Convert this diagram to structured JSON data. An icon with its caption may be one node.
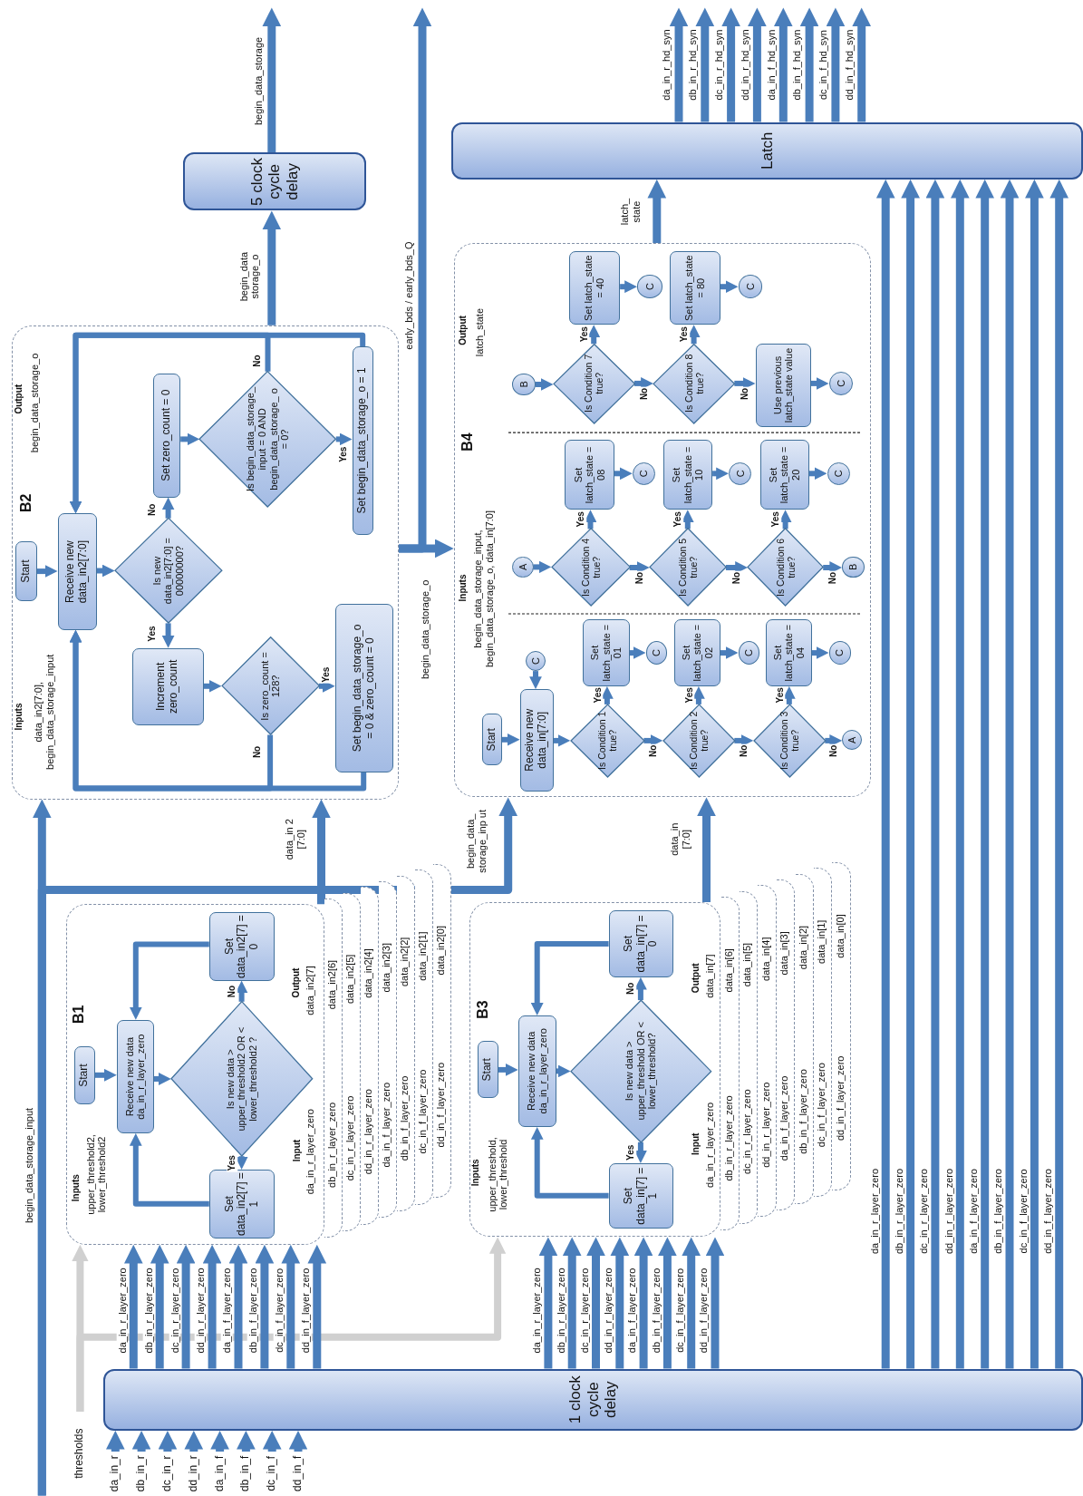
{
  "diagram": {
    "nodes": [
      {
        "text": [
          "1 clock cycle delay"
        ]
      },
      {
        "text": [
          "da_in_r"
        ]
      },
      {
        "text": [
          "db_in_r"
        ]
      },
      {
        "text": [
          "dc_in_r"
        ]
      },
      {
        "text": [
          "dd_in_r"
        ]
      },
      {
        "text": [
          "da_in_f"
        ]
      },
      {
        "text": [
          "db_in_f"
        ]
      },
      {
        "text": [
          "dc_in_f"
        ]
      },
      {
        "text": [
          "dd_in_f"
        ]
      },
      {
        "text": [
          "thresholds"
        ]
      },
      {
        "text": [
          "B1",
          "Inputs",
          "upper_threshold2, lower_threshold2",
          "Input",
          "da_in_r_layer_zero",
          "Output",
          "data_in2[7]"
        ]
      },
      {
        "text": [
          "Start"
        ],
        "in": 10
      },
      {
        "text": [
          "Receive new data da_in_r_layer_zero"
        ],
        "in": 10
      },
      {
        "text": [
          "Is new data > upper_threshold2 OR < lower_threshold2 ?"
        ],
        "in": 10
      },
      {
        "text": [
          "Set data_in2[7] = 1"
        ],
        "in": 10
      },
      {
        "text": [
          "Set data_in2[7] = 0"
        ],
        "in": 10
      },
      {
        "text": [
          "db_in_r_layer_zero",
          "data_in2[6]"
        ]
      },
      {
        "text": [
          "dc_in_r_layer_zero",
          "data_in2[5]"
        ]
      },
      {
        "text": [
          "dd_in_r_layer_zero",
          "data_in2[4]"
        ]
      },
      {
        "text": [
          "da_in_f_layer_zero",
          "data_in2[3]"
        ]
      },
      {
        "text": [
          "db_in_f_layer_zero",
          "data_in2[2]"
        ]
      },
      {
        "text": [
          "dc_in_f_layer_zero",
          "data_in2[1]"
        ]
      },
      {
        "text": [
          "dd_in_f_layer_zero",
          "data_in2[0]"
        ]
      },
      {
        "text": [
          "B3",
          "Inputs",
          "upper_threshold, lower_threshold",
          "Input",
          "da_in_r_layer_zero",
          "Output",
          "data_in[7]"
        ]
      },
      {
        "text": [
          "Start"
        ],
        "in": 23
      },
      {
        "text": [
          "Receive new data da_in_r_layer_zero"
        ],
        "in": 23
      },
      {
        "text": [
          "Is new data > upper_threshold OR < lower_threshold?"
        ],
        "in": 23
      },
      {
        "text": [
          "Set data_in[7] = 1"
        ],
        "in": 23
      },
      {
        "text": [
          "Set data_in[7] = 0"
        ],
        "in": 23
      },
      {
        "text": [
          "db_in_r_layer_zero",
          "data_in[6]"
        ]
      },
      {
        "text": [
          "dc_in_r_layer_zero",
          "data_in[5]"
        ]
      },
      {
        "text": [
          "dd_in_r_layer_zero",
          "data_in[4]"
        ]
      },
      {
        "text": [
          "da_in_f_layer_zero",
          "data_in[3]"
        ]
      },
      {
        "text": [
          "db_in_f_layer_zero",
          "data_in[2]"
        ]
      },
      {
        "text": [
          "dc_in_f_layer_zero",
          "data_in[1]"
        ]
      },
      {
        "text": [
          "dd_in_f_layer_zero",
          "data_in[0]"
        ]
      },
      {
        "text": [
          "B2",
          "Inputs",
          "data_in2[7:0], begin_data_storage_input",
          "Output",
          "begin_data_storage_o"
        ]
      },
      {
        "text": [
          "Start"
        ],
        "in": 36
      },
      {
        "text": [
          "Receive new data_in2[7:0]"
        ],
        "in": 36
      },
      {
        "text": [
          "Is new data_in2[7:0] = 00000000?"
        ],
        "in": 36
      },
      {
        "text": [
          "Increment zero_count"
        ],
        "in": 36
      },
      {
        "text": [
          "Is zero_count = 128?"
        ],
        "in": 36
      },
      {
        "text": [
          "Set begin_data_storage_o = 0 & zero_count = 0"
        ],
        "in": 36
      },
      {
        "text": [
          "Set zero_count = 0"
        ],
        "in": 36
      },
      {
        "text": [
          "Is begin_data_storage_ input = 0 AND begin_data_storage_ o = 0?"
        ],
        "in": 36
      },
      {
        "text": [
          "Set begin_data_storage_o = 1"
        ],
        "in": 36
      },
      {
        "text": [
          "5 clock cycle delay"
        ]
      },
      {
        "text": [
          "B4",
          "Inputs",
          "begin_data_storage_input, begin_data_storage_o, data_in[7:0]",
          "Output",
          "latch_state"
        ]
      },
      {
        "text": [
          "Start"
        ],
        "in": 47
      },
      {
        "text": [
          "Receive new data_in[7:0]"
        ],
        "in": 47
      },
      {
        "text": [
          "C"
        ],
        "in": 47
      },
      {
        "text": [
          "Is Condition 1 true?"
        ],
        "in": 47
      },
      {
        "text": [
          "Set latch_state = 01"
        ],
        "in": 47
      },
      {
        "text": [
          "C"
        ],
        "in": 47
      },
      {
        "text": [
          "Is Condition 2 true?"
        ],
        "in": 47
      },
      {
        "text": [
          "Set latch_state = 02"
        ],
        "in": 47
      },
      {
        "text": [
          "C"
        ],
        "in": 47
      },
      {
        "text": [
          "Is Condition 3 true?"
        ],
        "in": 47
      },
      {
        "text": [
          "Set latch_state = 04"
        ],
        "in": 47
      },
      {
        "text": [
          "C"
        ],
        "in": 47
      },
      {
        "text": [
          "A"
        ],
        "in": 47
      },
      {
        "text": [
          "A"
        ],
        "in": 47
      },
      {
        "text": [
          "Is Condition 4 true?"
        ],
        "in": 47
      },
      {
        "text": [
          "Set latch_state = 08"
        ],
        "in": 47
      },
      {
        "text": [
          "C"
        ],
        "in": 47
      },
      {
        "text": [
          "Is Condition 5 true?"
        ],
        "in": 47
      },
      {
        "text": [
          "Set latch_state = 10"
        ],
        "in": 47
      },
      {
        "text": [
          "C"
        ],
        "in": 47
      },
      {
        "text": [
          "Is Condition 6 true?"
        ],
        "in": 47
      },
      {
        "text": [
          "Set latch_state = 20"
        ],
        "in": 47
      },
      {
        "text": [
          "C"
        ],
        "in": 47
      },
      {
        "text": [
          "B"
        ],
        "in": 47
      },
      {
        "text": [
          "B"
        ],
        "in": 47
      },
      {
        "text": [
          "Is Condition 7 true?"
        ],
        "in": 47
      },
      {
        "text": [
          "Set latch_state = 40"
        ],
        "in": 47
      },
      {
        "text": [
          "C"
        ],
        "in": 47
      },
      {
        "text": [
          "Is Condition 8 true?"
        ],
        "in": 47
      },
      {
        "text": [
          "Set latch_state = 80"
        ],
        "in": 47
      },
      {
        "text": [
          "C"
        ],
        "in": 47
      },
      {
        "text": [
          "Use previous latch_state value"
        ],
        "in": 47
      },
      {
        "text": [
          "C"
        ],
        "in": 47
      },
      {
        "text": [
          "Latch"
        ]
      }
    ],
    "edges": [
      {
        "from": 1,
        "to": 0,
        "arrow": "to"
      },
      {
        "from": 2,
        "to": 0,
        "arrow": "to"
      },
      {
        "from": 3,
        "to": 0,
        "arrow": "to"
      },
      {
        "from": 4,
        "to": 0,
        "arrow": "to"
      },
      {
        "from": 5,
        "to": 0,
        "arrow": "to"
      },
      {
        "from": 6,
        "to": 0,
        "arrow": "to"
      },
      {
        "from": 7,
        "to": 0,
        "arrow": "to"
      },
      {
        "from": 8,
        "to": 0,
        "arrow": "to"
      },
      {
        "from": 9,
        "to": 10,
        "arrow": "to",
        "color": "#d0d0d0"
      },
      {
        "from": 9,
        "to": 23,
        "arrow": "to",
        "color": "#d0d0d0"
      },
      {
        "from": 0,
        "to": 10,
        "arrow": "to",
        "label": "da_in_r_layer_zero"
      },
      {
        "from": 0,
        "to": 10,
        "arrow": "to",
        "label": "db_in_r_layer_zero"
      },
      {
        "from": 0,
        "to": 10,
        "arrow": "to",
        "label": "dc_in_r_layer_zero"
      },
      {
        "from": 0,
        "to": 10,
        "arrow": "to",
        "label": "dd_in_r_layer_zero"
      },
      {
        "from": 0,
        "to": 10,
        "arrow": "to",
        "label": "da_in_f_layer_zero"
      },
      {
        "from": 0,
        "to": 10,
        "arrow": "to",
        "label": "db_in_f_layer_zero"
      },
      {
        "from": 0,
        "to": 10,
        "arrow": "to",
        "label": "dc_in_f_layer_zero"
      },
      {
        "from": 0,
        "to": 10,
        "arrow": "to",
        "label": "dd_in_f_layer_zero"
      },
      {
        "from": 0,
        "to": 23,
        "arrow": "to",
        "label": "da_in_r_layer_zero"
      },
      {
        "from": 0,
        "to": 23,
        "arrow": "to",
        "label": "db_in_r_layer_zero"
      },
      {
        "from": 0,
        "to": 23,
        "arrow": "to",
        "label": "dc_in_r_layer_zero"
      },
      {
        "from": 0,
        "to": 23,
        "arrow": "to",
        "label": "dd_in_r_layer_zero"
      },
      {
        "from": 0,
        "to": 23,
        "arrow": "to",
        "label": "da_in_f_layer_zero"
      },
      {
        "from": 0,
        "to": 23,
        "arrow": "to",
        "label": "db_in_f_layer_zero"
      },
      {
        "from": 0,
        "to": 23,
        "arrow": "to",
        "label": "dc_in_f_layer_zero"
      },
      {
        "from": 0,
        "to": 23,
        "arrow": "to",
        "label": "dd_in_f_layer_zero"
      },
      {
        "from": 0,
        "to": 81,
        "arrow": "to",
        "label": "da_in_r_layer_zero"
      },
      {
        "from": 0,
        "to": 81,
        "arrow": "to",
        "label": "db_in_r_layer_zero"
      },
      {
        "from": 0,
        "to": 81,
        "arrow": "to",
        "label": "dc_in_r_layer_zero"
      },
      {
        "from": 0,
        "to": 81,
        "arrow": "to",
        "label": "dd_in_r_layer_zero"
      },
      {
        "from": 0,
        "to": 81,
        "arrow": "to",
        "label": "da_in_f_layer_zero"
      },
      {
        "from": 0,
        "to": 81,
        "arrow": "to",
        "label": "db_in_f_layer_zero"
      },
      {
        "from": 0,
        "to": 81,
        "arrow": "to",
        "label": "dc_in_f_layer_zero"
      },
      {
        "from": 0,
        "to": 81,
        "arrow": "to",
        "label": "dd_in_f_layer_zero"
      },
      {
        "from": null,
        "to": 36,
        "arrow": "to",
        "label": "begin_data_storage_input"
      },
      {
        "from": null,
        "to": 47,
        "arrow": "to",
        "label": "begin_data_ storage_inp ut"
      },
      {
        "from": 11,
        "to": 12,
        "arrow": "to"
      },
      {
        "from": 12,
        "to": 13,
        "arrow": "to"
      },
      {
        "from": 13,
        "to": 14,
        "arrow": "to",
        "label": "Yes"
      },
      {
        "from": 13,
        "to": 15,
        "arrow": "to",
        "label": "No"
      },
      {
        "from": 14,
        "to": 12,
        "arrow": "to"
      },
      {
        "from": 15,
        "to": 12,
        "arrow": "to"
      },
      {
        "from": 24,
        "to": 25,
        "arrow": "to"
      },
      {
        "from": 25,
        "to": 26,
        "arrow": "to"
      },
      {
        "from": 26,
        "to": 27,
        "arrow": "to",
        "label": "Yes"
      },
      {
        "from": 26,
        "to": 28,
        "arrow": "to",
        "label": "No"
      },
      {
        "from": 27,
        "to": 25,
        "arrow": "to"
      },
      {
        "from": 28,
        "to": 25,
        "arrow": "to"
      },
      {
        "from": 10,
        "to": 36,
        "arrow": "to",
        "label": "data_in 2 [7:0]"
      },
      {
        "from": 23,
        "to": 47,
        "arrow": "to",
        "label": "data_in [7:0]"
      },
      {
        "from": 37,
        "to": 38,
        "arrow": "to"
      },
      {
        "from": 38,
        "to": 39,
        "arrow": "to"
      },
      {
        "from": 39,
        "to": 40,
        "arrow": "to",
        "label": "Yes"
      },
      {
        "from": 39,
        "to": 43,
        "arrow": "to",
        "label": "No"
      },
      {
        "from": 40,
        "to": 41,
        "arrow": "to"
      },
      {
        "from": 41,
        "to": 42,
        "arrow": "to",
        "label": "Yes"
      },
      {
        "from": 41,
        "to": 38,
        "arrow": "to",
        "label": "No"
      },
      {
        "from": 42,
        "to": 38,
        "arrow": "to"
      },
      {
        "from": 43,
        "to": 44,
        "arrow": "to"
      },
      {
        "from": 44,
        "to": 45,
        "arrow": "to",
        "label": "Yes"
      },
      {
        "from": 44,
        "to": 38,
        "arrow": "to",
        "label": "No"
      },
      {
        "from": 45,
        "to": 38,
        "arrow": "to"
      },
      {
        "from": 36,
        "to": 46,
        "arrow": "to",
        "label": "begin_data storage_o"
      },
      {
        "from": 36,
        "to": 47,
        "arrow": "to",
        "label": "begin_data_storage_o"
      },
      {
        "from": 36,
        "to": null,
        "arrow": "to",
        "label": "early_bds / early_bds_Q"
      },
      {
        "from": 46,
        "to": null,
        "arrow": "to",
        "label": "begin_data_storage"
      },
      {
        "from": 48,
        "to": 49,
        "arrow": "to"
      },
      {
        "from": 50,
        "to": 49,
        "arrow": "to"
      },
      {
        "from": 49,
        "to": 51,
        "arrow": "to"
      },
      {
        "from": 51,
        "to": 52,
        "arrow": "to",
        "label": "Yes"
      },
      {
        "from": 52,
        "to": 53,
        "arrow": "to"
      },
      {
        "from": 51,
        "to": 54,
        "arrow": "to",
        "label": "No"
      },
      {
        "from": 54,
        "to": 55,
        "arrow": "to",
        "label": "Yes"
      },
      {
        "from": 55,
        "to": 56,
        "arrow": "to"
      },
      {
        "from": 54,
        "to": 57,
        "arrow": "to",
        "label": "No"
      },
      {
        "from": 57,
        "to": 58,
        "arrow": "to",
        "label": "Yes"
      },
      {
        "from": 58,
        "to": 59,
        "arrow": "to"
      },
      {
        "from": 57,
        "to": 60,
        "arrow": "to",
        "label": "No"
      },
      {
        "from": 61,
        "to": 62,
        "arrow": "to"
      },
      {
        "from": 62,
        "to": 63,
        "arrow": "to",
        "label": "Yes"
      },
      {
        "from": 63,
        "to": 64,
        "arrow": "to"
      },
      {
        "from": 62,
        "to": 65,
        "arrow": "to",
        "label": "No"
      },
      {
        "from": 65,
        "to": 66,
        "arrow": "to",
        "label": "Yes"
      },
      {
        "from": 66,
        "to": 67,
        "arrow": "to"
      },
      {
        "from": 65,
        "to": 68,
        "arrow": "to",
        "label": "No"
      },
      {
        "from": 68,
        "to": 69,
        "arrow": "to",
        "label": "Yes"
      },
      {
        "from": 69,
        "to": 70,
        "arrow": "to"
      },
      {
        "from": 68,
        "to": 71,
        "arrow": "to",
        "label": "No"
      },
      {
        "from": 72,
        "to": 73,
        "arrow": "to"
      },
      {
        "from": 73,
        "to": 74,
        "arrow": "to",
        "label": "Yes"
      },
      {
        "from": 74,
        "to": 75,
        "arrow": "to"
      },
      {
        "from": 73,
        "to": 76,
        "arrow": "to",
        "label": "No"
      },
      {
        "from": 76,
        "to": 77,
        "arrow": "to",
        "label": "Yes"
      },
      {
        "from": 77,
        "to": 78,
        "arrow": "to"
      },
      {
        "from": 76,
        "to": 79,
        "arrow": "to",
        "label": "No"
      },
      {
        "from": 79,
        "to": 80,
        "arrow": "to"
      },
      {
        "from": 47,
        "to": 81,
        "arrow": "to",
        "label": "latch_ state"
      },
      {
        "from": 81,
        "to": null,
        "arrow": "to",
        "label": "da_in_r_hd_syn"
      },
      {
        "from": 81,
        "to": null,
        "arrow": "to",
        "label": "db_in_r_hd_syn"
      },
      {
        "from": 81,
        "to": null,
        "arrow": "to",
        "label": "dc_in_r_hd_syn"
      },
      {
        "from": 81,
        "to": null,
        "arrow": "to",
        "label": "dd_in_r_hd_syn"
      },
      {
        "from": 81,
        "to": null,
        "arrow": "to",
        "label": "da_in_f_hd_syn"
      },
      {
        "from": 81,
        "to": null,
        "arrow": "to",
        "label": "db_in_f_hd_syn"
      },
      {
        "from": 81,
        "to": null,
        "arrow": "to",
        "label": "dc_in_f_hd_syn"
      },
      {
        "from": 81,
        "to": null,
        "arrow": "to",
        "label": "dd_in_f_hd_syn"
      }
    ]
  }
}
